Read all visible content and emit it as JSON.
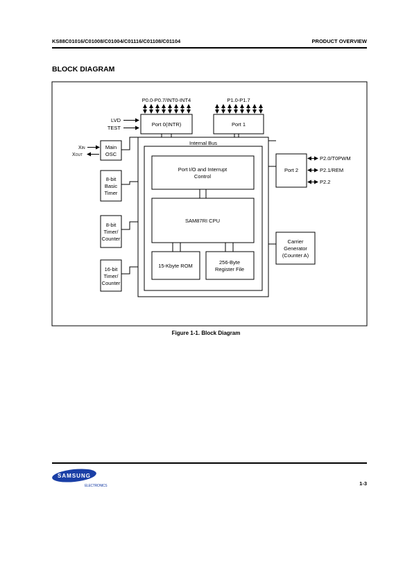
{
  "header": {
    "part_numbers": "KS88C01016/C01008/C01004/C01116/C01108/C01104",
    "section": "PRODUCT OVERVIEW"
  },
  "section_title": "BLOCK DIAGRAM",
  "diagram": {
    "port0_pins": "P0.0-P0.7/INT0-INT4",
    "port1_pins": "P1.0-P1.7",
    "port0": "Port 0(INTR)",
    "port1": "Port 1",
    "lvd": "LVD",
    "test": "TEST",
    "xin": "XIN",
    "xout": "XOUT",
    "main_osc": [
      "Main",
      "OSC"
    ],
    "basic_timer": [
      "8-bit",
      "Basic",
      "Timer"
    ],
    "timer_counter_8": [
      "8-bit",
      "Timer/",
      "Counter"
    ],
    "timer_counter_16": [
      "16-bit",
      "Timer/",
      "Counter"
    ],
    "internal_bus": "Internal Bus",
    "port_io_interrupt": [
      "Port I/O and Interrupt",
      "Control"
    ],
    "cpu": "SAM87RI CPU",
    "rom": "15-Kbyte ROM",
    "register_file": [
      "256-Byte",
      "Register File"
    ],
    "port2": "Port 2",
    "port2_pins": [
      "P2.0/T0PWM",
      "P2.1/REM",
      "P2.2"
    ],
    "carrier_generator": [
      "Carrier",
      "Generator",
      "(Counter A)"
    ]
  },
  "caption": "Figure 1-1. Block Diagram",
  "footer": {
    "logo_top": "SAMSUNG",
    "logo_bottom": "ELECTRONICS",
    "page_number": "1-3"
  }
}
